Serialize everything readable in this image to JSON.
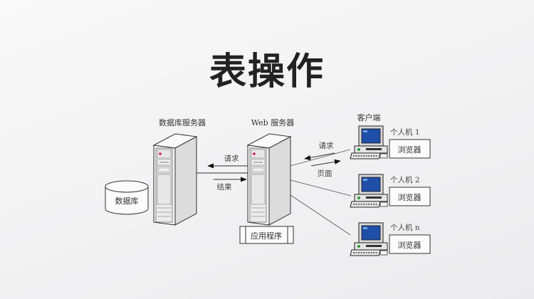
{
  "title": "表操作",
  "diagram": {
    "db_server_label": "数据库服务器",
    "web_server_label": "Web 服务器",
    "client_label": "客户端",
    "database_label": "数据库",
    "app_label": "应用程序",
    "left_request_label": "请求",
    "left_result_label": "结果",
    "right_request_label": "请求",
    "right_page_label": "页面",
    "clients": [
      {
        "name": "个人机 1",
        "browser": "浏览器"
      },
      {
        "name": "个人机 2",
        "browser": "浏览器"
      },
      {
        "name": "个人机 n",
        "browser": "浏览器"
      }
    ],
    "colors": {
      "screen": "#1f4fa8",
      "led": "#d4145a",
      "line": "#333333"
    }
  }
}
